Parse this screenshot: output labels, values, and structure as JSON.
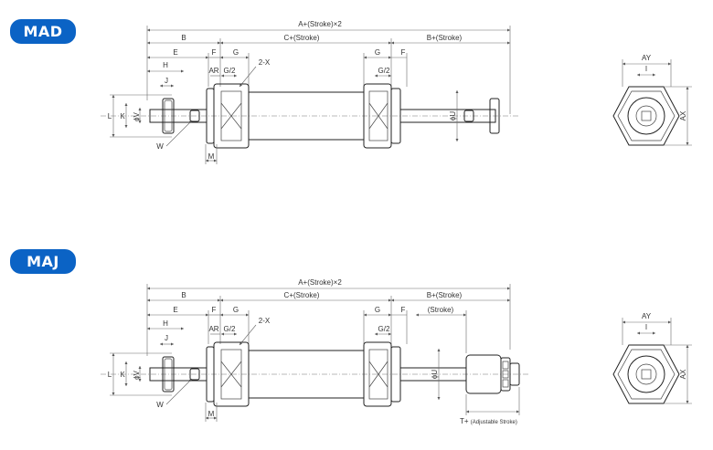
{
  "colors": {
    "badge": "#0b63c5"
  },
  "mad": {
    "badge": "MAD",
    "labels": {
      "a_total": "A+(Stroke)×2",
      "b": "B",
      "c": "C+(Stroke)",
      "b_stroke": "B+(Stroke)",
      "e": "E",
      "f_left": "F",
      "g_left": "G",
      "g_right": "G",
      "f_right": "F",
      "h": "H",
      "ar": "AR",
      "g_half_left": "G/2",
      "two_x": "2-X",
      "g_half_right": "G/2",
      "j": "J",
      "l": "L",
      "k": "K",
      "phi_v": "ϕV",
      "phi_u": "ϕU",
      "w": "W",
      "m": "M"
    },
    "side": {
      "ay": "AY",
      "i": "I",
      "ax": "AX"
    }
  },
  "maj": {
    "badge": "MAJ",
    "labels": {
      "a_total": "A+(Stroke)×2",
      "b": "B",
      "c": "C+(Stroke)",
      "b_stroke": "B+(Stroke)",
      "e": "E",
      "f_left": "F",
      "g_left": "G",
      "g_right": "G",
      "f_right": "F",
      "stroke": "(Stroke)",
      "h": "H",
      "ar": "AR",
      "g_half_left": "G/2",
      "two_x": "2-X",
      "g_half_right": "G/2",
      "j": "J",
      "l": "L",
      "k": "K",
      "phi_v": "ϕV",
      "phi_u": "ϕU",
      "w": "W",
      "m": "M",
      "t_plus": "T+",
      "adjustable": "(Adjustable Stroke)"
    },
    "side": {
      "ay": "AY",
      "i": "I",
      "ax": "AX"
    }
  }
}
